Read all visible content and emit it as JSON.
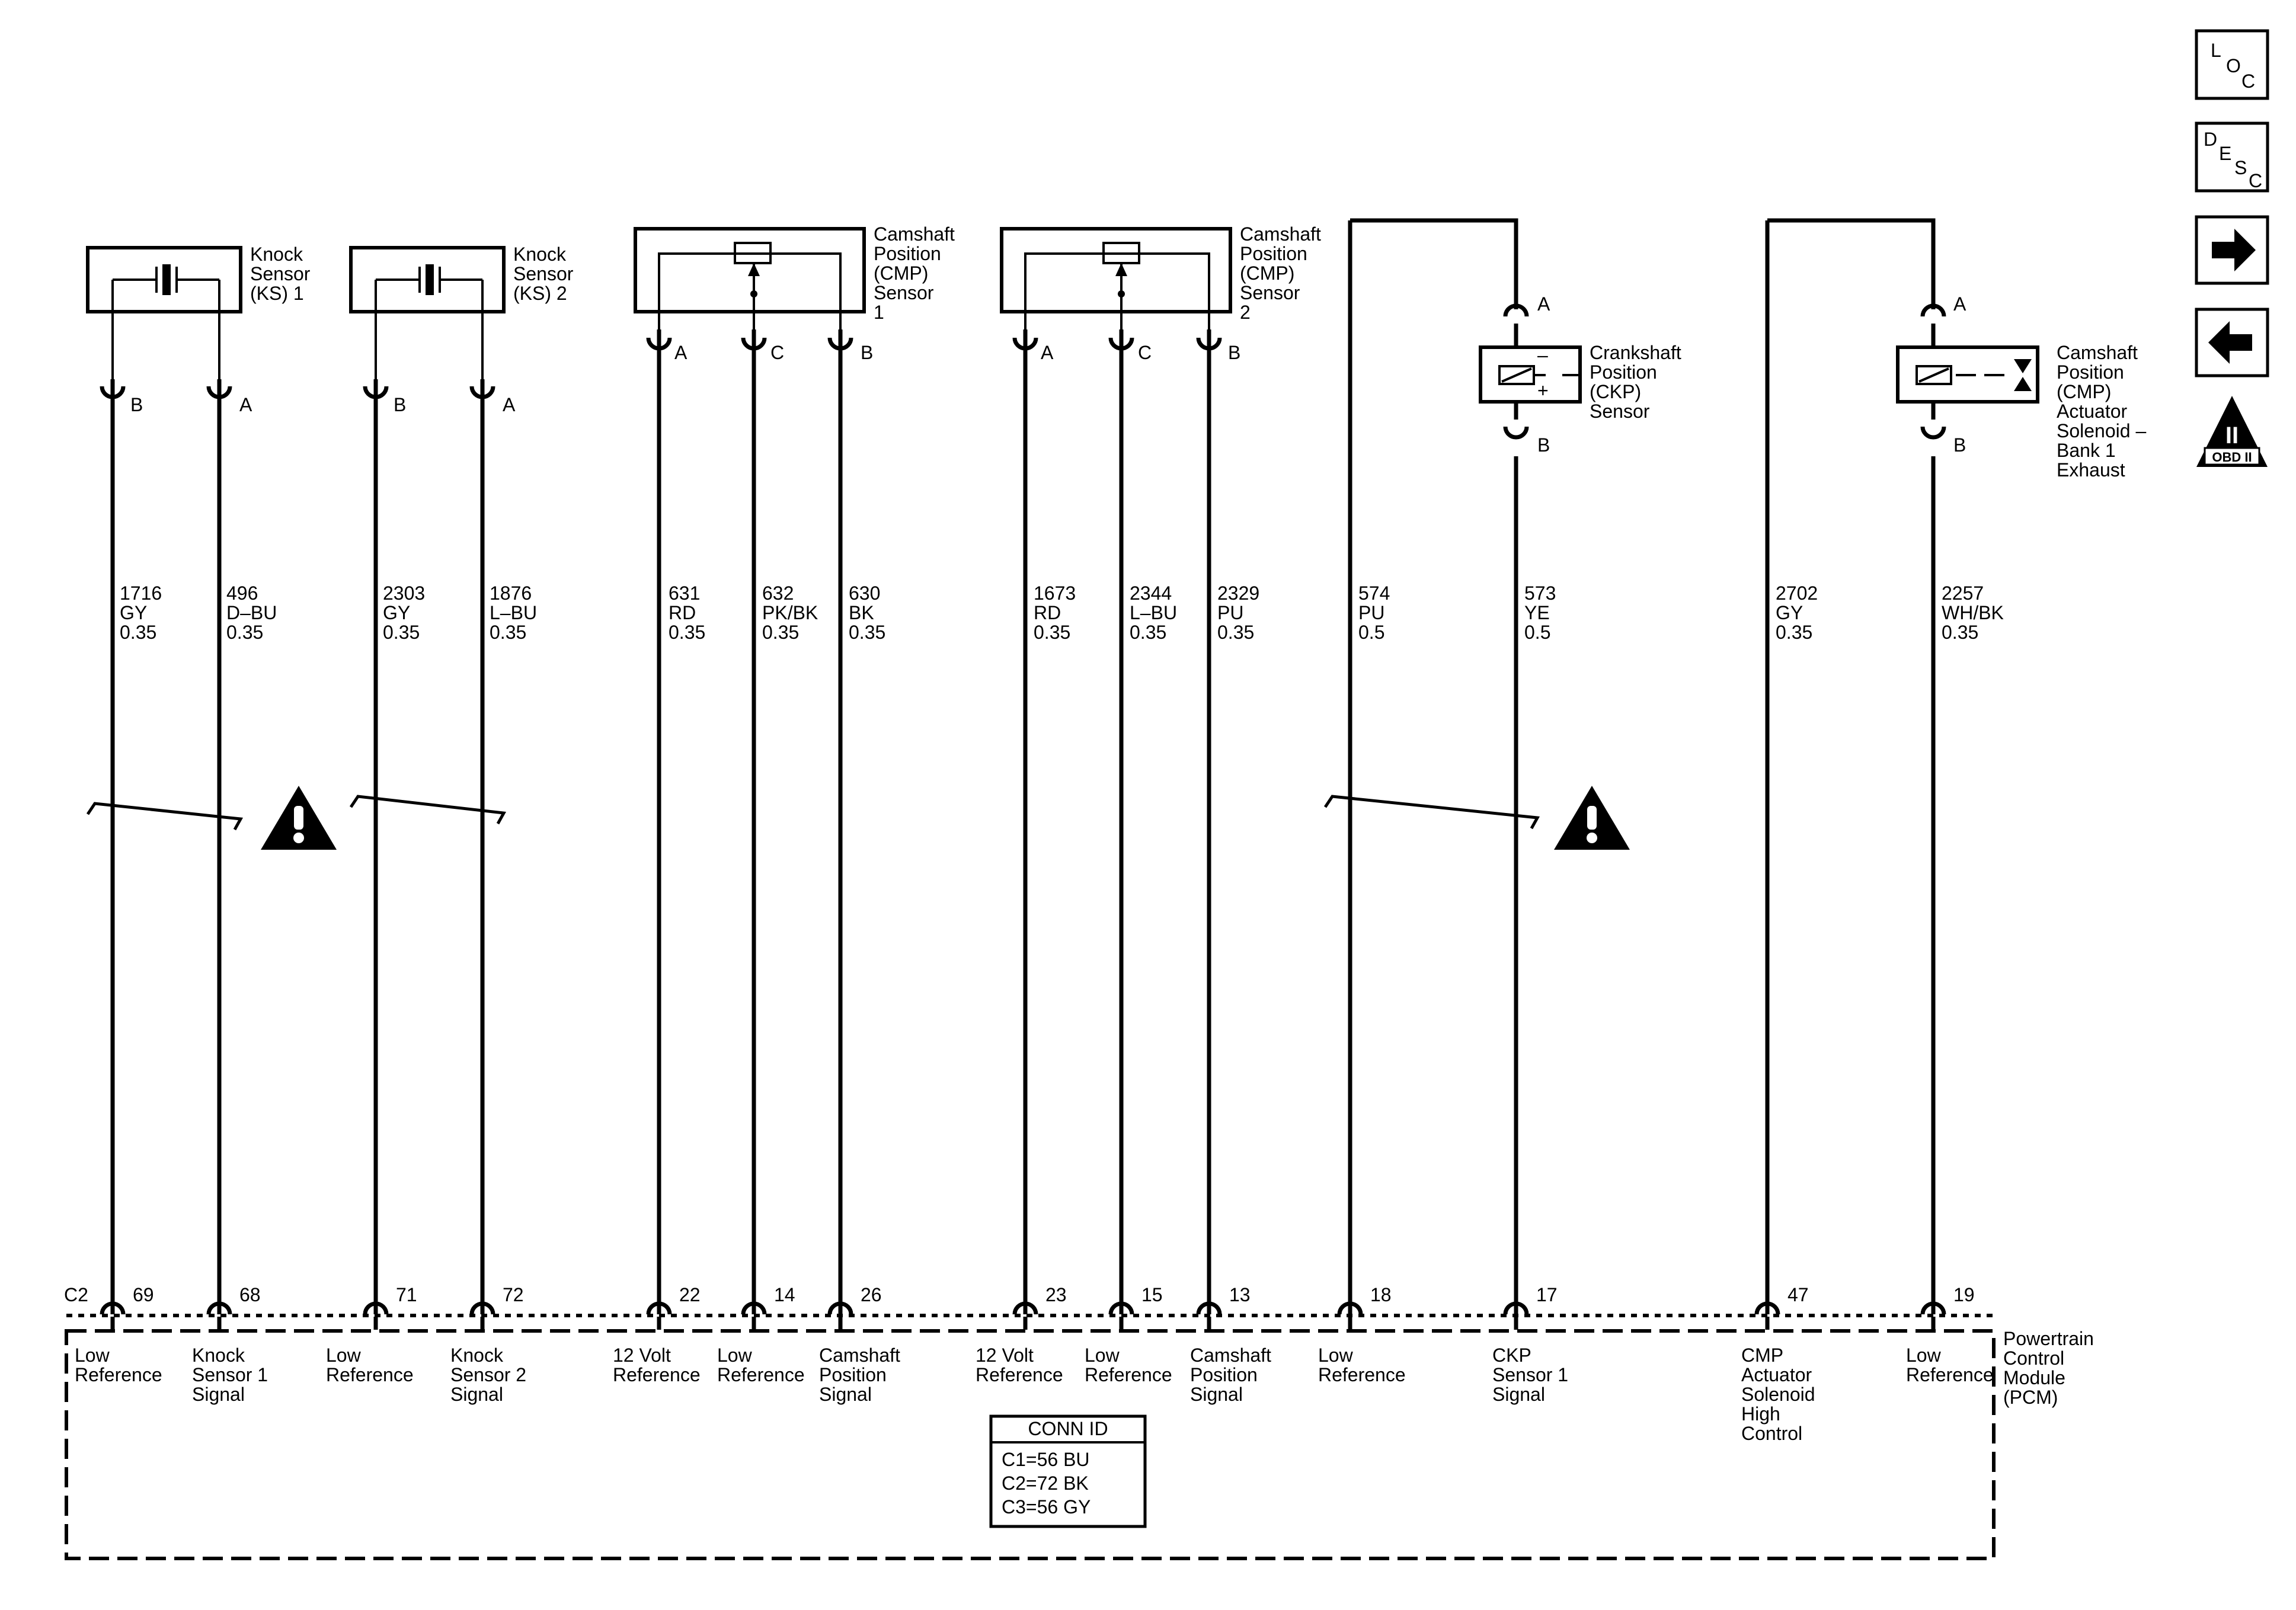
{
  "components": {
    "ks1": [
      "Knock",
      "Sensor",
      "(KS) 1"
    ],
    "ks2": [
      "Knock",
      "Sensor",
      "(KS) 2"
    ],
    "cmp1": [
      "Camshaft",
      "Position",
      "(CMP)",
      "Sensor",
      "1"
    ],
    "cmp2": [
      "Camshaft",
      "Position",
      "(CMP)",
      "Sensor",
      "2"
    ],
    "ckp": [
      "Crankshaft",
      "Position",
      "(CKP)",
      "Sensor"
    ],
    "actuator": [
      "Camshaft",
      "Position",
      "(CMP)",
      "Actuator",
      "Solenoid –",
      "Bank 1",
      "Exhaust"
    ],
    "pcm": [
      "Powertrain",
      "Control",
      "Module",
      "(PCM)"
    ]
  },
  "connector_pins": {
    "ks1": [
      "B",
      "A"
    ],
    "ks2": [
      "B",
      "A"
    ],
    "cmp1": [
      "A",
      "C",
      "B"
    ],
    "cmp2": [
      "A",
      "C",
      "B"
    ],
    "ckp": [
      "A",
      "B"
    ],
    "actuator": [
      "A",
      "B"
    ],
    "ckp_polarity": [
      "–",
      "+"
    ]
  },
  "pcm_connector": "C2",
  "circuits": [
    {
      "id": "1716",
      "color": "GY",
      "gauge": "0.35",
      "pin": "69",
      "function": [
        "Low",
        "Reference"
      ]
    },
    {
      "id": "496",
      "color": "D–BU",
      "gauge": "0.35",
      "pin": "68",
      "function": [
        "Knock",
        "Sensor 1",
        "Signal"
      ]
    },
    {
      "id": "2303",
      "color": "GY",
      "gauge": "0.35",
      "pin": "71",
      "function": [
        "Low",
        "Reference"
      ]
    },
    {
      "id": "1876",
      "color": "L–BU",
      "gauge": "0.35",
      "pin": "72",
      "function": [
        "Knock",
        "Sensor 2",
        "Signal"
      ]
    },
    {
      "id": "631",
      "color": "RD",
      "gauge": "0.35",
      "pin": "22",
      "function": [
        "12 Volt",
        "Reference"
      ]
    },
    {
      "id": "632",
      "color": "PK/BK",
      "gauge": "0.35",
      "pin": "14",
      "function": [
        "Low",
        "Reference"
      ]
    },
    {
      "id": "630",
      "color": "BK",
      "gauge": "0.35",
      "pin": "26",
      "function": [
        "Camshaft",
        "Position",
        "Signal"
      ]
    },
    {
      "id": "1673",
      "color": "RD",
      "gauge": "0.35",
      "pin": "23",
      "function": [
        "12 Volt",
        "Reference"
      ]
    },
    {
      "id": "2344",
      "color": "L–BU",
      "gauge": "0.35",
      "pin": "15",
      "function": [
        "Low",
        "Reference"
      ]
    },
    {
      "id": "2329",
      "color": "PU",
      "gauge": "0.35",
      "pin": "13",
      "function": [
        "Camshaft",
        "Position",
        "Signal"
      ]
    },
    {
      "id": "574",
      "color": "PU",
      "gauge": "0.5",
      "pin": "18",
      "function": [
        "Low",
        "Reference"
      ]
    },
    {
      "id": "573",
      "color": "YE",
      "gauge": "0.5",
      "pin": "17",
      "function": [
        "CKP",
        "Sensor 1",
        "Signal"
      ]
    },
    {
      "id": "2702",
      "color": "GY",
      "gauge": "0.35",
      "pin": "47",
      "function": [
        "CMP",
        "Actuator",
        "Solenoid",
        "High",
        "Control"
      ]
    },
    {
      "id": "2257",
      "color": "WH/BK",
      "gauge": "0.35",
      "pin": "19",
      "function": [
        "Low",
        "Reference"
      ]
    }
  ],
  "conn_id_table": {
    "title": "CONN ID",
    "rows": [
      "C1=56 BU",
      "C2=72 BK",
      "C3=56 GY"
    ]
  },
  "nav": {
    "loc": [
      "L",
      "O",
      "C"
    ],
    "desc": [
      "D",
      "E",
      "S",
      "C"
    ],
    "next_icon": "arrow-right-icon",
    "prev_icon": "arrow-left-icon",
    "obd": [
      "II",
      "OBD II"
    ]
  }
}
